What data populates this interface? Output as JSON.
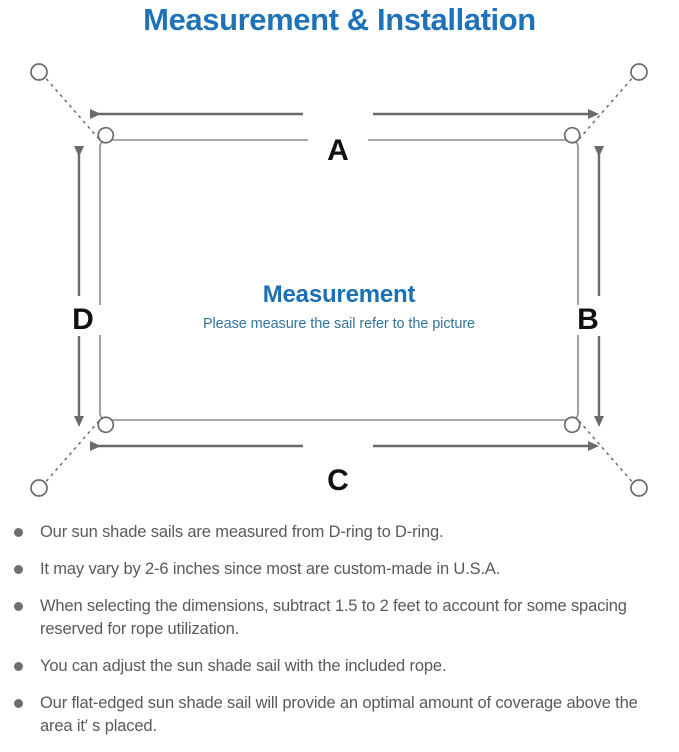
{
  "page": {
    "title": "Measurement & Installation",
    "title_color": "#1f72b8",
    "background": "#ffffff"
  },
  "diagram": {
    "center_title": "Measurement",
    "center_subtitle": "Please measure the sail refer to the picture",
    "center_title_color": "#1a6fb5",
    "center_subtitle_color": "#33749d",
    "line_color": "#6b6b6b",
    "sail_border_color": "#8a8a8a",
    "dimension_labels": {
      "top": "A",
      "right": "B",
      "bottom": "C",
      "left": "D"
    },
    "anchors": [
      {
        "name": "top-left-anchor-ring"
      },
      {
        "name": "top-right-anchor-ring"
      },
      {
        "name": "bottom-left-anchor-ring"
      },
      {
        "name": "bottom-right-anchor-ring"
      }
    ],
    "d_rings": [
      {
        "name": "top-left-d-ring"
      },
      {
        "name": "top-right-d-ring"
      },
      {
        "name": "bottom-left-d-ring"
      },
      {
        "name": "bottom-right-d-ring"
      }
    ]
  },
  "notes": {
    "bullet_color": "#6e6e6e",
    "text_color": "#5a5a5a",
    "items": [
      "Our sun shade sails are measured from D-ring to D-ring.",
      "It may vary by 2-6 inches since most are custom-made in U.S.A.",
      "When selecting the dimensions, subtract 1.5 to 2 feet to account for some spacing reserved for rope utilization.",
      "You can adjust the sun shade sail with the included rope.",
      "Our flat-edged sun shade sail will provide an optimal amount of coverage above the area it′ s placed."
    ]
  }
}
